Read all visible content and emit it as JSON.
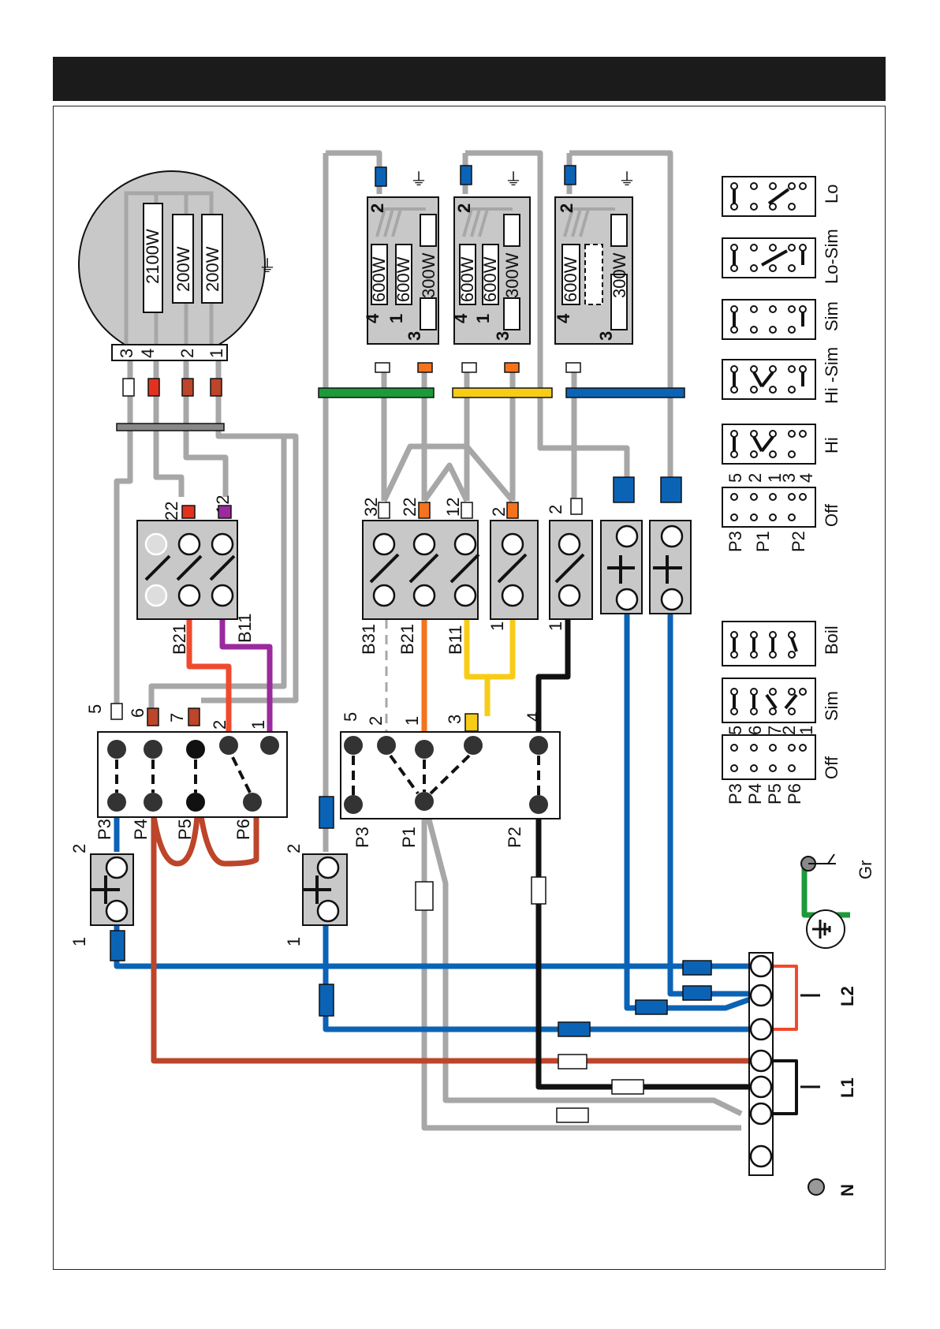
{
  "diagram": {
    "hotplate_large": {
      "resistors": [
        "2100W",
        "200W",
        "200W"
      ],
      "terminals": [
        "3",
        "4",
        "2",
        "1"
      ]
    },
    "hotplate_1": {
      "resistors": [
        "600W",
        "600W",
        "300W"
      ],
      "terminals": [
        "2",
        "4",
        "1",
        "3"
      ]
    },
    "hotplate_2": {
      "resistors": [
        "600W",
        "600W",
        "300W"
      ],
      "terminals": [
        "2",
        "4",
        "1",
        "3"
      ]
    },
    "hotplate_3": {
      "resistors": [
        "600W",
        "300W"
      ],
      "terminals": [
        "2",
        "4",
        "3"
      ]
    },
    "switch_a": {
      "terminals": [
        "22",
        "12"
      ],
      "bottom": [
        "B21",
        "B11"
      ]
    },
    "switch_b": {
      "terminals": [
        "32",
        "22",
        "12"
      ],
      "bottom": [
        "B31",
        "B21",
        "B11"
      ]
    },
    "switch_c": {
      "top": "2",
      "bottom": "1"
    },
    "switch_d": {
      "top": "2",
      "bottom": "1"
    },
    "selector_left": {
      "top": [
        "5",
        "6",
        "7",
        "2",
        "1"
      ],
      "bottom": [
        "P3",
        "P4",
        "P5",
        "P6"
      ]
    },
    "selector_mid": {
      "top": [
        "5",
        "2",
        "1",
        "3",
        "4"
      ],
      "bottom": [
        "P3",
        "P1",
        "P2"
      ]
    },
    "thermostat_left": {
      "labels": [
        "2",
        "1"
      ]
    },
    "thermostat_mid": {
      "labels": [
        "2",
        "1"
      ]
    },
    "table_left": {
      "rows": [
        "P3",
        "P4",
        "P5",
        "P6"
      ],
      "pins": [
        "5",
        "6",
        "7",
        "2",
        "1"
      ],
      "modes": [
        "Off",
        "Sim",
        "Boil"
      ]
    },
    "table_right": {
      "rows": [
        "P3",
        "P1",
        "P2"
      ],
      "pins": [
        "5",
        "2",
        "1",
        "3",
        "4"
      ],
      "modes": [
        "Off",
        "Hi",
        "Hi -Sim",
        "Sim",
        "Lo-Sim",
        "Lo"
      ]
    },
    "terminal_labels": {
      "l2": "L2",
      "l1": "L1",
      "n": "N",
      "gr": "Gr"
    }
  },
  "colors": {
    "grey": "#a7a7a7",
    "blue": "#0b63b6",
    "brown": "#bc452a",
    "black": "#111111",
    "red": "#f04a2e",
    "purple": "#9a2a9d",
    "orange": "#f3731f",
    "yellow": "#f7cc16",
    "green": "#1d9a3a",
    "component": "#c8c8c8"
  }
}
